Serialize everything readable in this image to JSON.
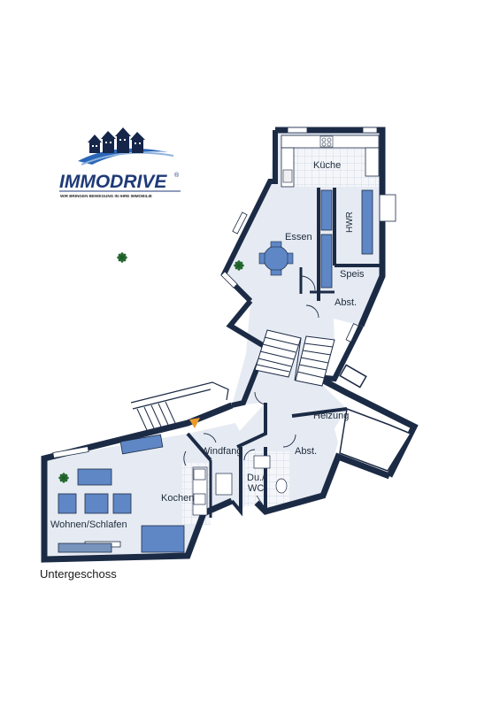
{
  "logo": {
    "name": "IMMODRIVE",
    "registered": "®",
    "tagline": "WIR BRINGEN BEWEGUNG IN IHRE IMMOBILIE"
  },
  "rooms": {
    "kueche": "Küche",
    "essen": "Essen",
    "hwr": "HWR",
    "speis": "Speis",
    "abst_top": "Abst.",
    "heizung": "Heizung",
    "abst_bottom": "Abst.",
    "windfang": "Windfang",
    "du_wc_line1": "Du./",
    "du_wc_line2": "WC",
    "kochen": "Kochen",
    "wohnen": "Wohnen/Schlafen"
  },
  "floor_label": "Untergeschoss",
  "colors": {
    "wall": "#1c2b45",
    "floor": "#e6ebf3",
    "furniture": "#5f87c6",
    "tile": "#cfd9e6",
    "brand": "#1f3a78"
  }
}
